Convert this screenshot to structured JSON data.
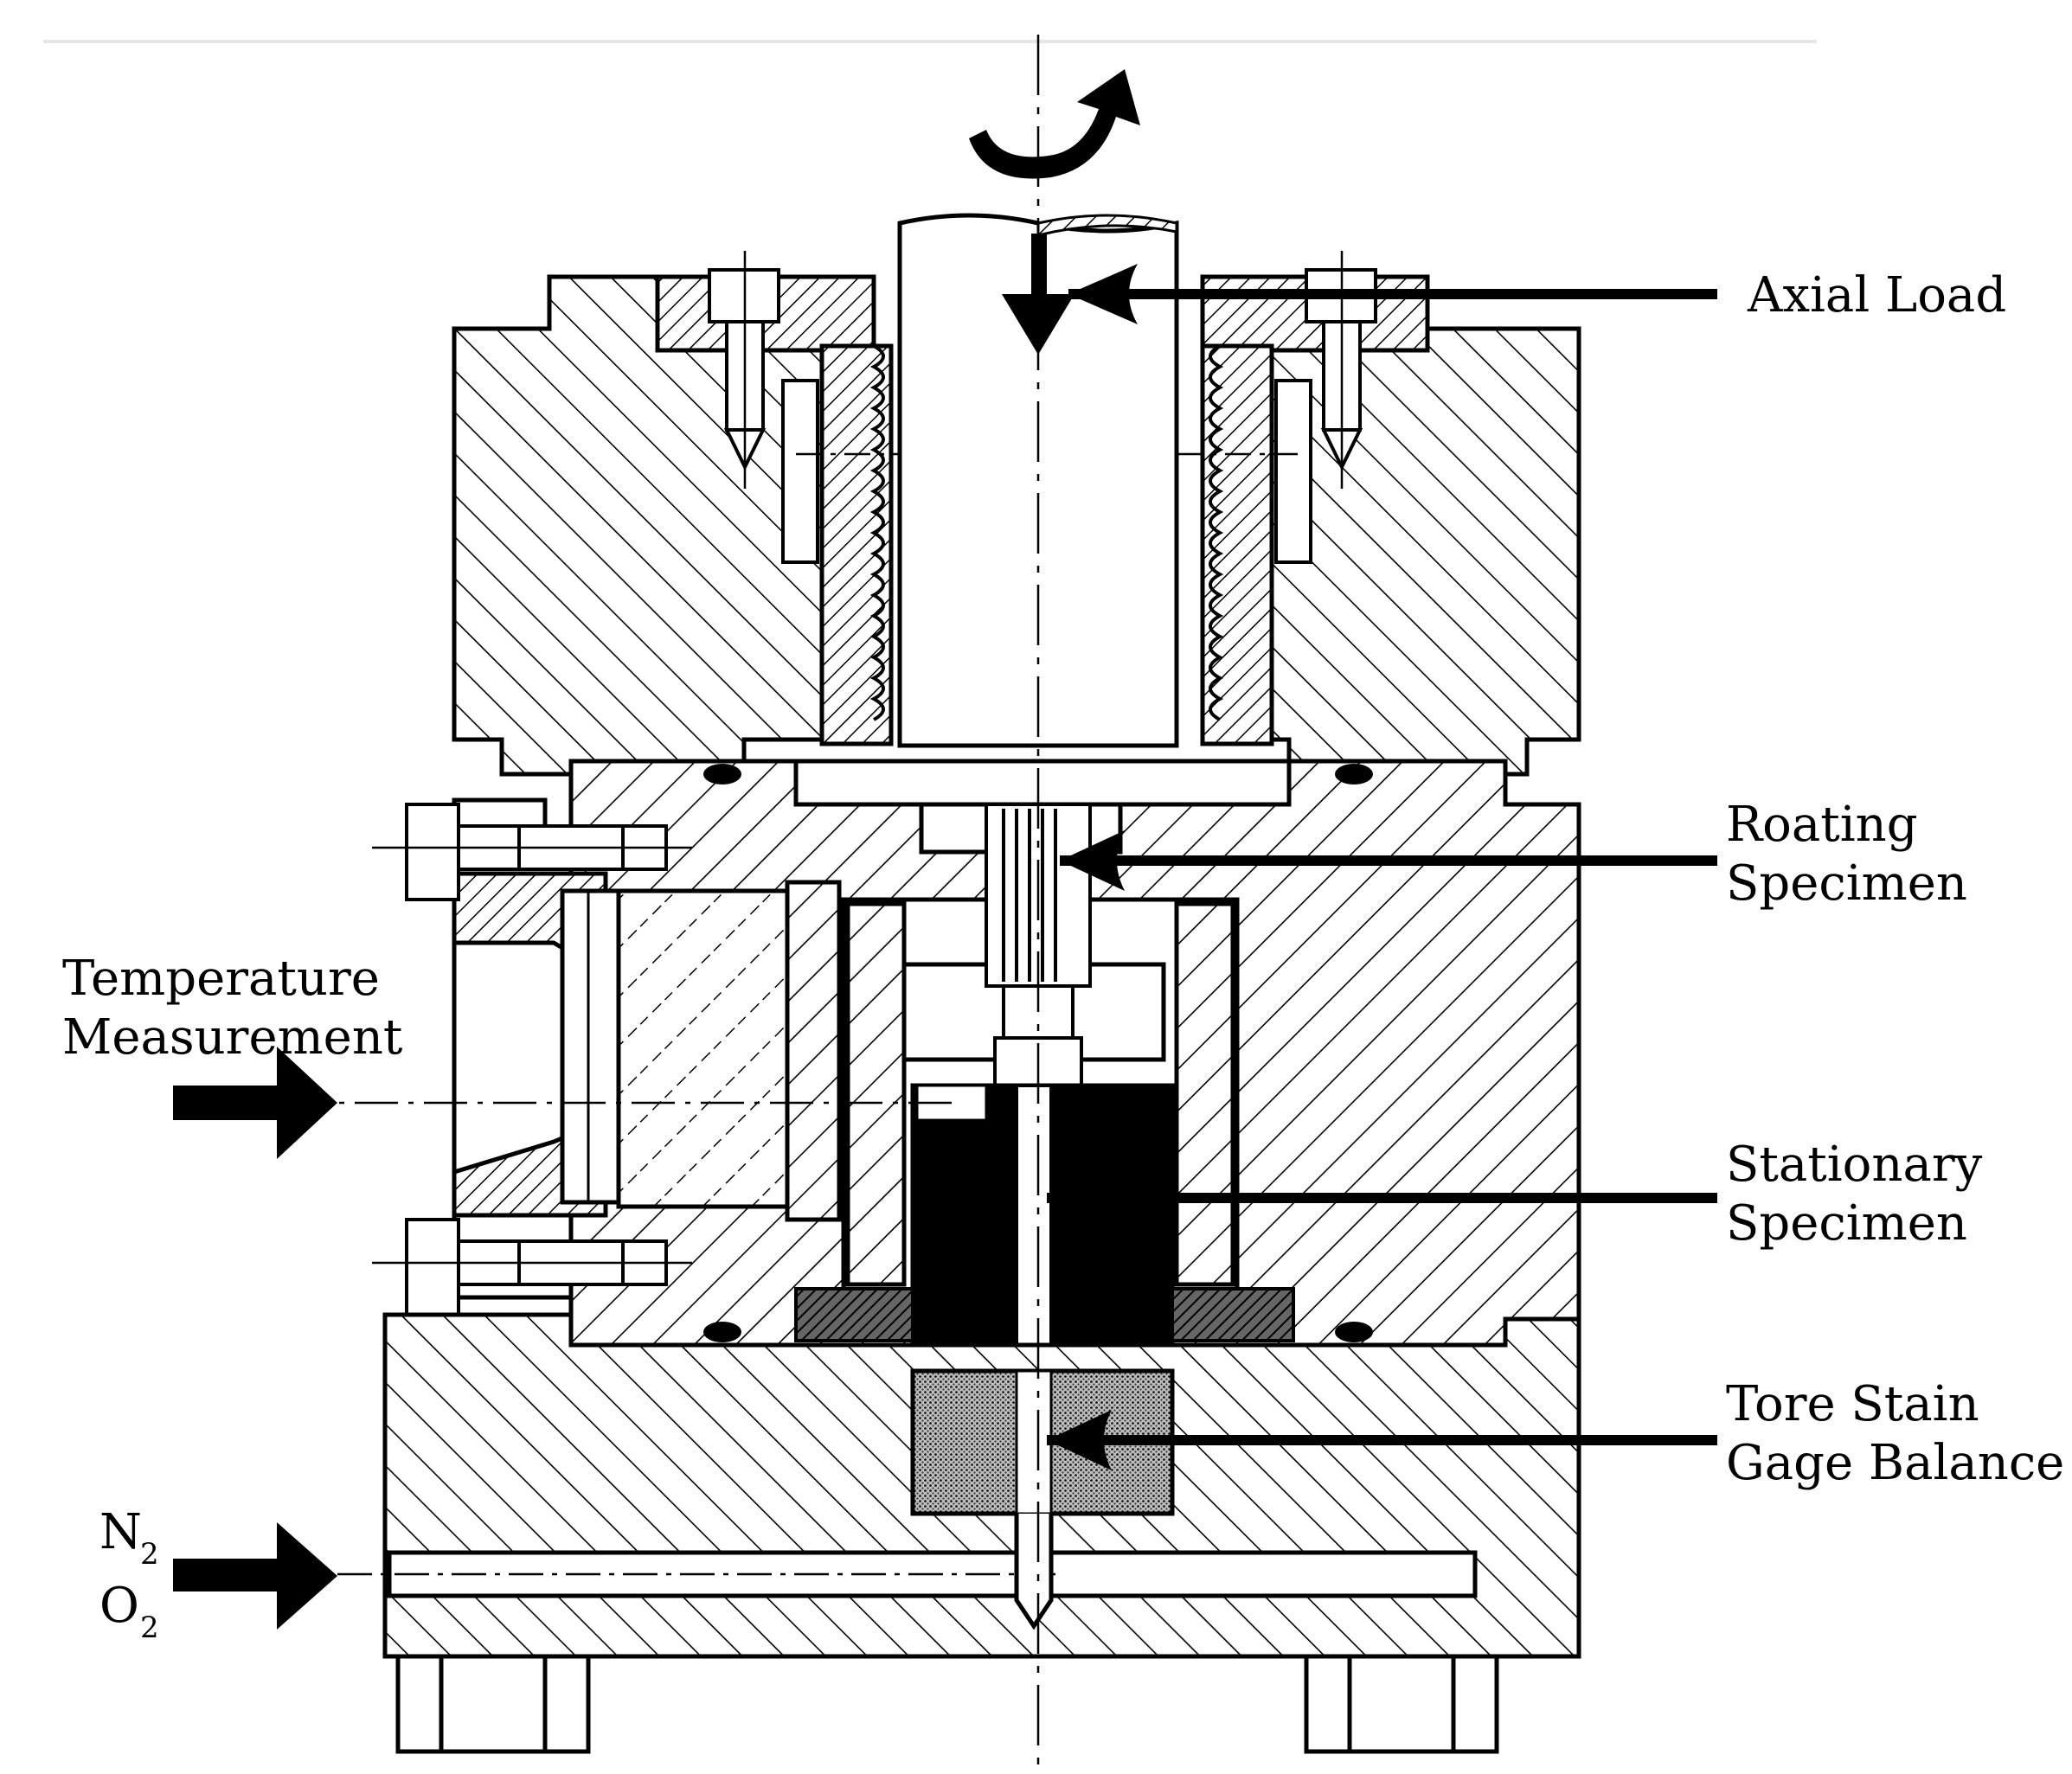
{
  "labels": {
    "axial_load": "Axial Load",
    "rotating_specimen_line1": "Roating",
    "rotating_specimen_line2": "Specimen",
    "temperature_line1": "Temperature",
    "temperature_line2": "Measurement",
    "stationary_line1": "Stationary",
    "stationary_line2": "Specimen",
    "balance_line1": "Tore Stain",
    "balance_line2": "Gage Balance",
    "gas_n": "N",
    "gas_n_sub": "2",
    "gas_o": "O",
    "gas_o_sub": "2"
  },
  "colors": {
    "ink": "#000000",
    "paper": "#ffffff",
    "stipple": "#8a8a8a",
    "dark_hatch": "#3a3a3a"
  },
  "icons": {
    "rotation": "curved-rotation-arrow-icon",
    "axial": "down-arrow-icon",
    "inlet": "right-arrow-icon"
  }
}
